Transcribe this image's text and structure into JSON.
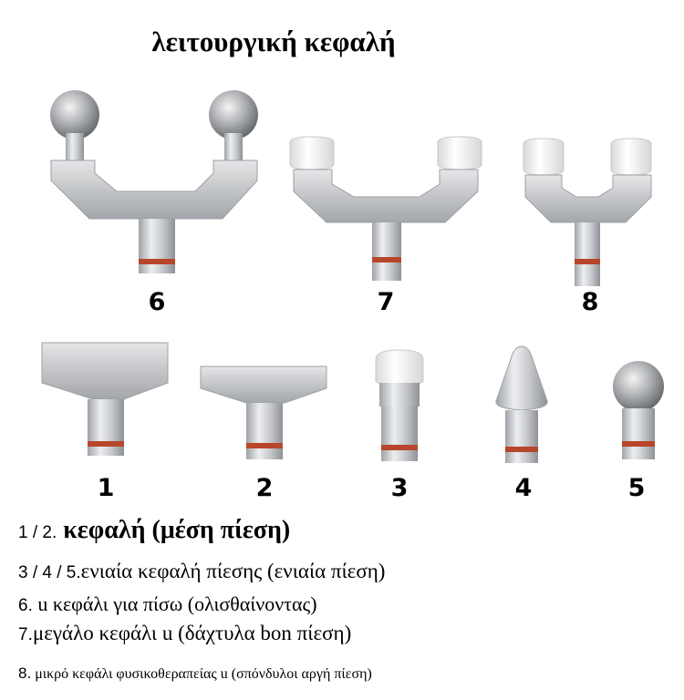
{
  "title": "λειτουργική κεφαλή",
  "numbers": [
    "6",
    "7",
    "8",
    "1",
    "2",
    "3",
    "4",
    "5"
  ],
  "legend": [
    {
      "prefix": "1 / 2.",
      "text": " κεφαλή (μέση πίεση)"
    },
    {
      "prefix": "3 / 4 / 5.",
      "text": "ενιαία κεφαλή πίεσης (ενιαία πίεση)"
    },
    {
      "prefix": "6.",
      "text": " u κεφάλι για πίσω (ολισθαίνοντας)"
    },
    {
      "prefix": "7.",
      "text": "μεγάλο κεφάλι u (δάχτυλα bon πίεση)"
    },
    {
      "prefix": "8.",
      "text": " μικρό κεφάλι φυσικοθεραπείας u (σπόνδυλοι αργή πίεση)"
    }
  ],
  "colors": {
    "metal": "#c9cbce",
    "metal_dark": "#9a9da2",
    "ring": "#b8462a",
    "cap": "#f1f1f1"
  }
}
